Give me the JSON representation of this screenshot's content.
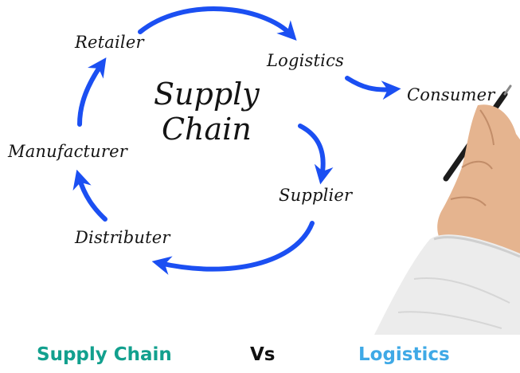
{
  "diagram": {
    "title_line1": "Supply",
    "title_line2": "Chain",
    "nodes": {
      "retailer": "Retailer",
      "logistics": "Logistics",
      "consumer": "Consumer",
      "manufacturer": "Manufacturer",
      "supplier": "Supplier",
      "distributer": "Distributer"
    },
    "arrow_color": "#1b4ff2"
  },
  "footer": {
    "left": "Supply Chain",
    "middle": "Vs",
    "right": "Logistics",
    "left_color": "#12a08e",
    "middle_color": "#111111",
    "right_color": "#3fa9e6"
  }
}
